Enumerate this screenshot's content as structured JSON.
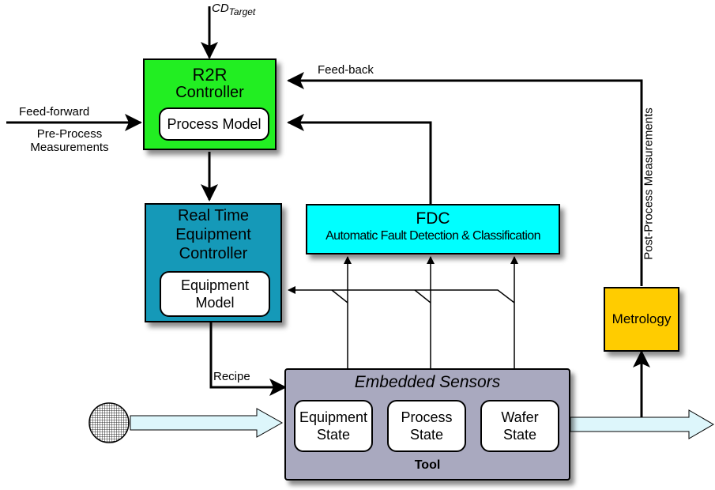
{
  "cd_target": {
    "main": "CD",
    "sub": "Target"
  },
  "r2r": {
    "title": "R2R",
    "subtitle": "Controller",
    "model": "Process Model"
  },
  "feed_forward": "Feed-forward",
  "pre_process": [
    "Pre-Process",
    "Measurements"
  ],
  "feedback": "Feed-back",
  "post_process": "Post-Process Measurements",
  "rt_controller": {
    "title": [
      "Real Time",
      "Equipment",
      "Controller"
    ],
    "model": [
      "Equipment",
      "Model"
    ]
  },
  "fdc": {
    "title": "FDC",
    "subtitle": "Automatic Fault Detection & Classification"
  },
  "metrology": "Metrology",
  "recipe": "Recipe",
  "tool": {
    "sensors": "Embedded Sensors",
    "label": "Tool",
    "states": [
      [
        "Equipment",
        "State"
      ],
      [
        "Process",
        "State"
      ],
      [
        "Wafer",
        "State"
      ]
    ]
  },
  "colors": {
    "r2r": "#22ee22",
    "rt_controller": "#1599b8",
    "fdc": "#00ffff",
    "metrology": "#ffcc00",
    "tool": "#a9a9bf",
    "flow_arrow": "#ddf6fb"
  }
}
